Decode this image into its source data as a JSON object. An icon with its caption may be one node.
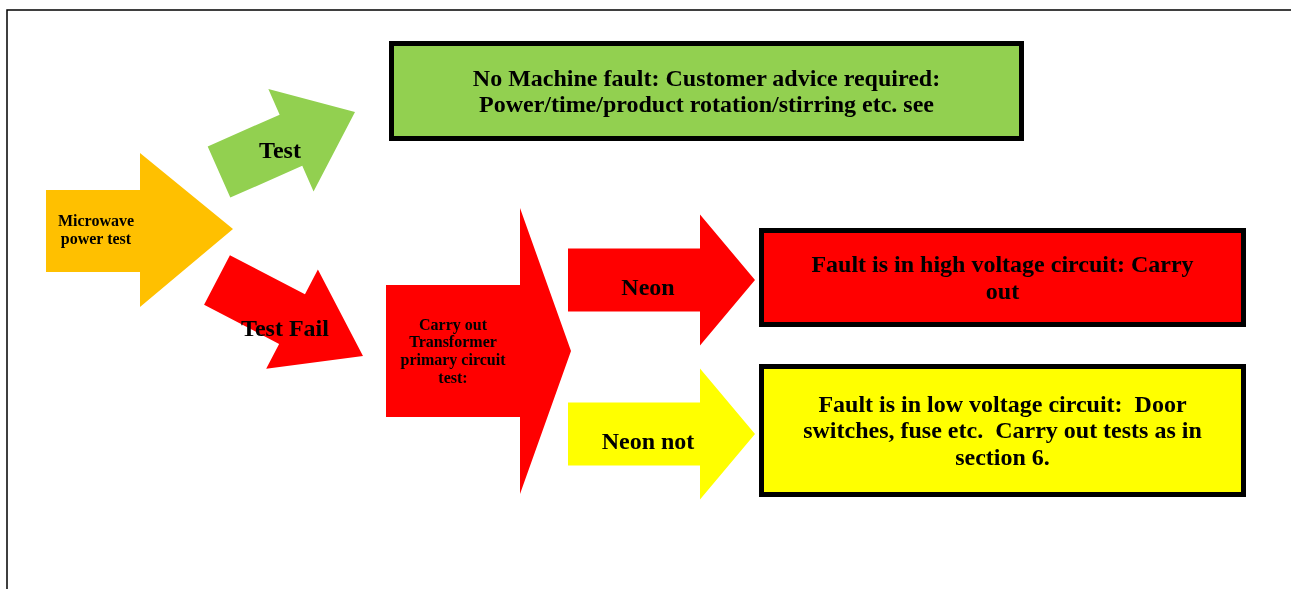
{
  "diagram": {
    "nodes": [
      {
        "text": [
          "Microwave power test"
        ]
      },
      {
        "text": [
          "No Machine fault: Customer advice required: Power/time/product rotation/stirring etc. see"
        ]
      },
      {
        "text": [
          "Carry out Transformer primary circuit test:"
        ]
      },
      {
        "text": [
          "Fault is in high voltage circuit: Carry out"
        ]
      },
      {
        "text": [
          "Fault is in low voltage circuit:  Door switches, fuse etc.  Carry out tests as in section 6."
        ]
      }
    ],
    "edges": [
      {
        "from": 0,
        "to": 1,
        "arrow": "to",
        "label": "Test",
        "style": "thick",
        "color": "#92d050"
      },
      {
        "from": 0,
        "to": 2,
        "arrow": "to",
        "label": "Test Fail",
        "style": "thick",
        "color": "#ff0000"
      },
      {
        "from": 2,
        "to": 3,
        "arrow": "to",
        "label": "Neon",
        "style": "thick",
        "color": "#ff0000"
      },
      {
        "from": 2,
        "to": 4,
        "arrow": "to",
        "label": "Neon not",
        "style": "thick",
        "color": "#ffff00"
      }
    ]
  }
}
